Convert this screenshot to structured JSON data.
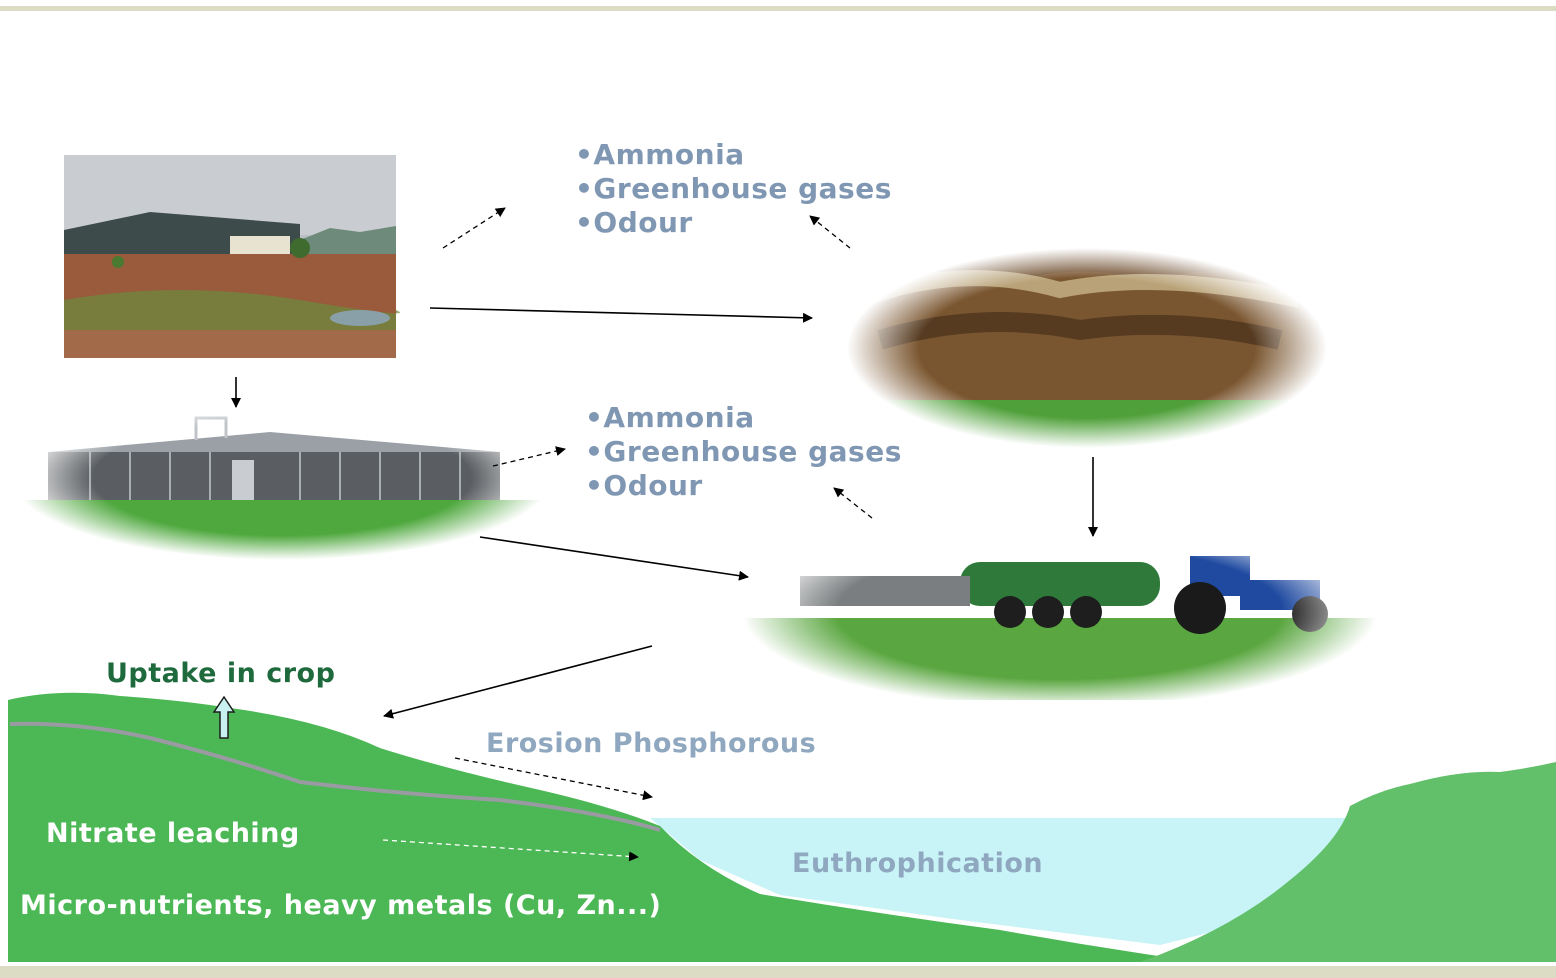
{
  "emissions_top": [
    "Ammonia",
    "Greenhouse gases",
    "Odour"
  ],
  "emissions_middle": [
    "Ammonia",
    "Greenhouse gases",
    "Odour"
  ],
  "labels": {
    "uptake": "Uptake in crop",
    "erosion": "Erosion Phosphorous",
    "nitrate": "Nitrate leaching",
    "micro": "Micro-nutrients, heavy metals (Cu, Zn...)",
    "eutrophication": "Euthrophication"
  },
  "colors": {
    "emission_text": "#7f97b2",
    "uptake_text": "#1e6a3c",
    "land": "#4bb855",
    "water": "#c8f4f8",
    "bar": "#dcdcc4"
  }
}
